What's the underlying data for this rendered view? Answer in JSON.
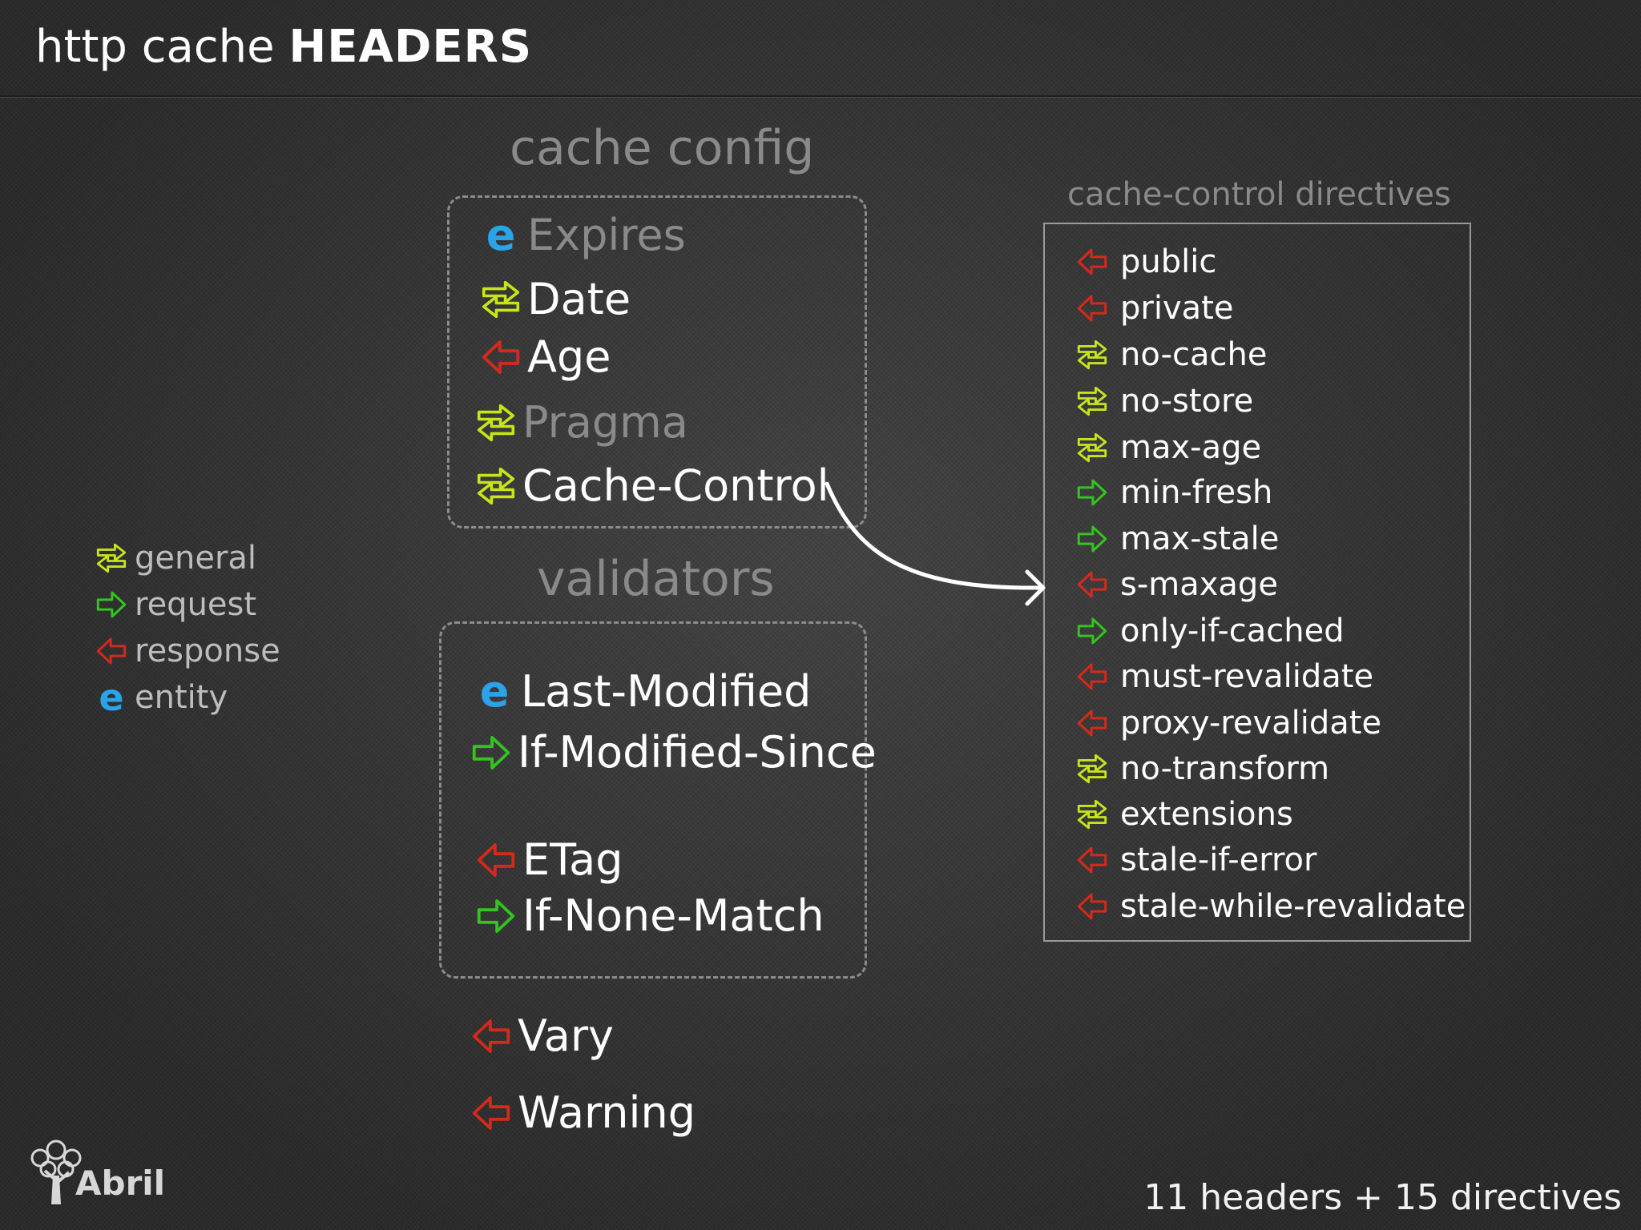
{
  "title": {
    "light": "http cache",
    "bold": "HEADERS"
  },
  "colors": {
    "general": "#c9e51a",
    "request": "#33c41f",
    "response": "#d42a1c",
    "entity": "#2ba3e8"
  },
  "cache_config": {
    "title": "cache config",
    "items": [
      {
        "label": "Expires",
        "kind": "entity",
        "dim": true
      },
      {
        "label": "Date",
        "kind": "general"
      },
      {
        "label": "Age",
        "kind": "response"
      },
      {
        "label": "Pragma",
        "kind": "general",
        "dim": true
      },
      {
        "label": "Cache-Control",
        "kind": "general"
      }
    ]
  },
  "validators": {
    "title": "validators",
    "items": [
      {
        "label": "Last-Modified",
        "kind": "entity"
      },
      {
        "label": "If-Modified-Since",
        "kind": "request"
      },
      {
        "label": "ETag",
        "kind": "response"
      },
      {
        "label": "If-None-Match",
        "kind": "request"
      }
    ]
  },
  "other_headers": [
    {
      "label": "Vary",
      "kind": "response"
    },
    {
      "label": "Warning",
      "kind": "response"
    }
  ],
  "directives": {
    "title": "cache-control directives",
    "items": [
      {
        "label": "public",
        "kind": "response"
      },
      {
        "label": "private",
        "kind": "response"
      },
      {
        "label": "no-cache",
        "kind": "general"
      },
      {
        "label": "no-store",
        "kind": "general"
      },
      {
        "label": "max-age",
        "kind": "general"
      },
      {
        "label": "min-fresh",
        "kind": "request"
      },
      {
        "label": "max-stale",
        "kind": "request"
      },
      {
        "label": "s-maxage",
        "kind": "response"
      },
      {
        "label": "only-if-cached",
        "kind": "request"
      },
      {
        "label": "must-revalidate",
        "kind": "response"
      },
      {
        "label": "proxy-revalidate",
        "kind": "response"
      },
      {
        "label": "no-transform",
        "kind": "general"
      },
      {
        "label": "extensions",
        "kind": "general"
      },
      {
        "label": "stale-if-error",
        "kind": "response"
      },
      {
        "label": "stale-while-revalidate",
        "kind": "response"
      }
    ]
  },
  "legend": [
    {
      "label": "general",
      "kind": "general"
    },
    {
      "label": "request",
      "kind": "request"
    },
    {
      "label": "response",
      "kind": "response"
    },
    {
      "label": "entity",
      "kind": "entity"
    }
  ],
  "footer": "11 headers + 15 directives",
  "brand": "Abril"
}
